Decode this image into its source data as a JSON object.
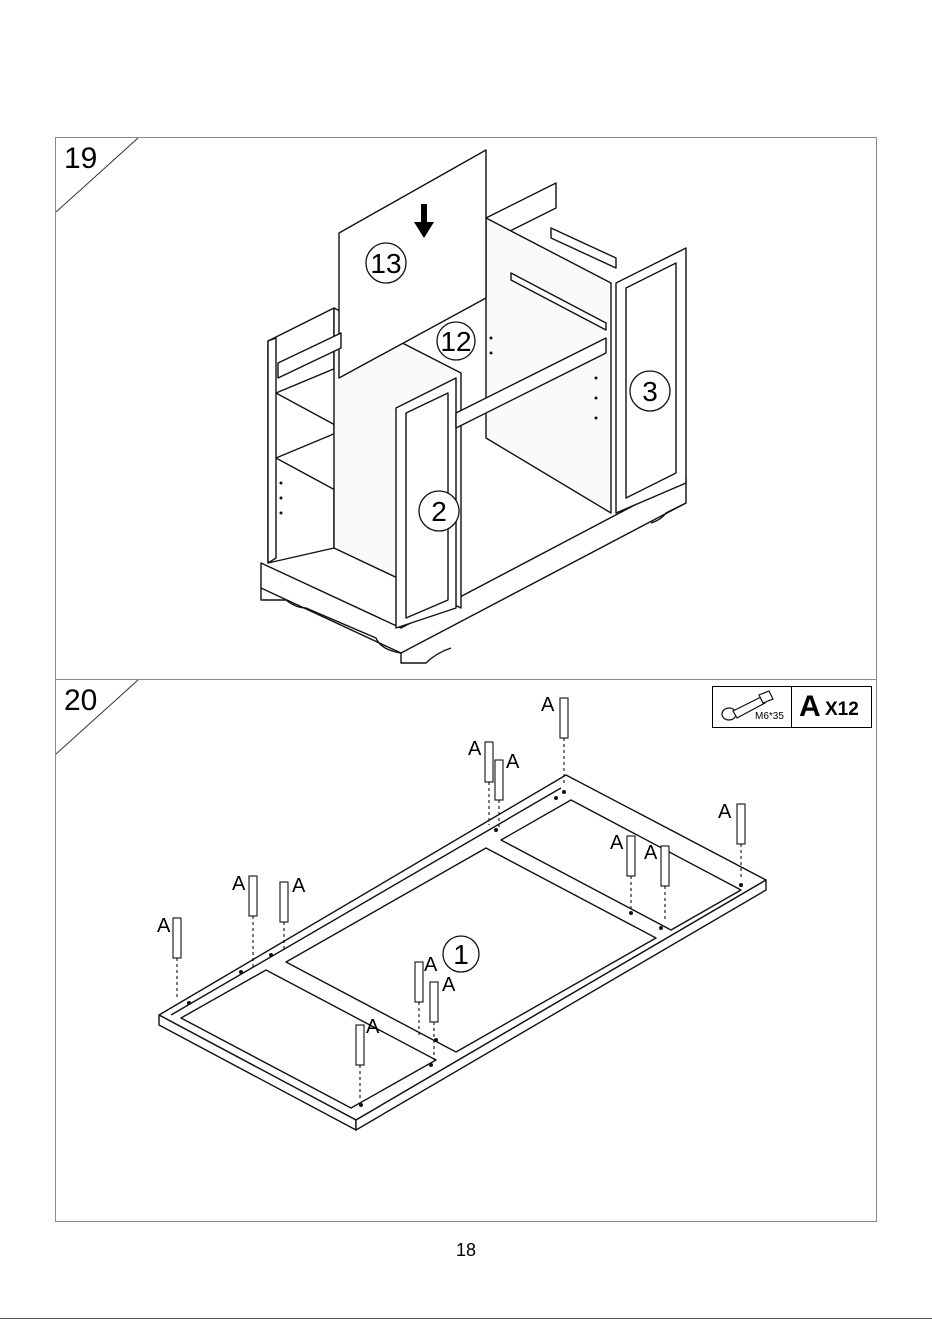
{
  "steps": [
    {
      "number": "19",
      "part_labels": [
        "13",
        "12",
        "3",
        "2"
      ]
    },
    {
      "number": "20",
      "part_labels": [
        "1"
      ],
      "hardware_label": "A",
      "hardware_spec": "M6*35",
      "hardware_code": "A",
      "hardware_qty": "X12"
    }
  ],
  "page_number": "18"
}
